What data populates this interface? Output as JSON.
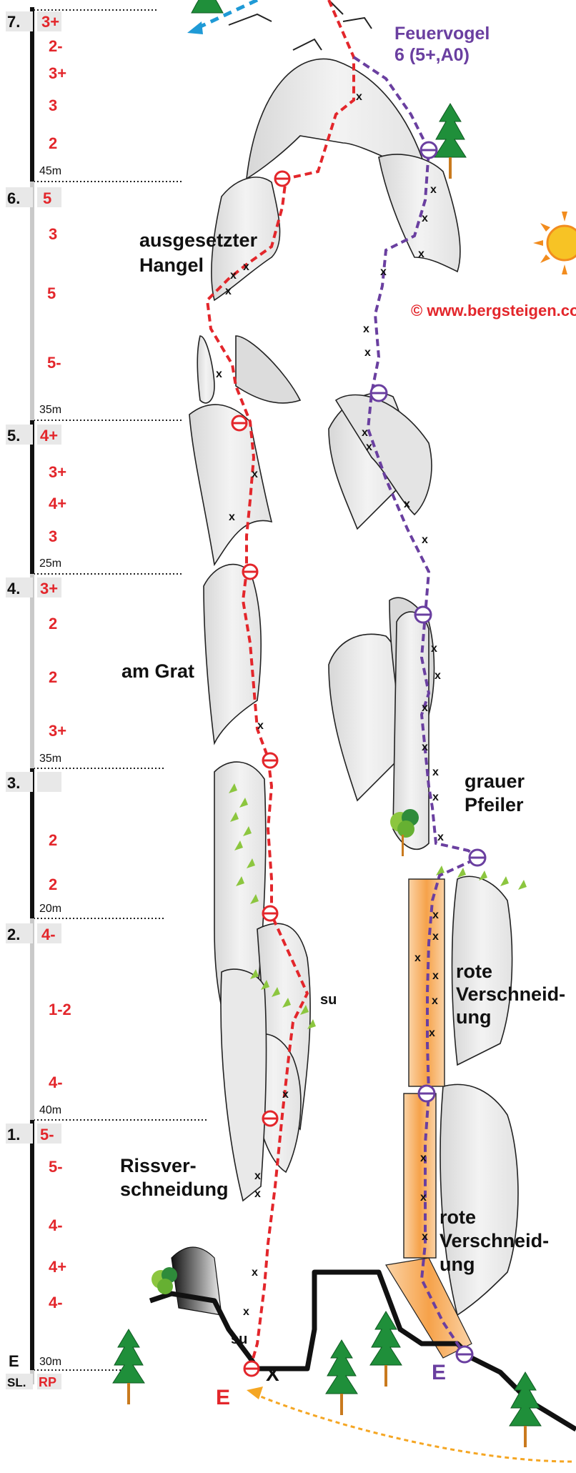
{
  "route_left": {
    "start_label": "E"
  },
  "route_right": {
    "name": "Feuervogel",
    "grade": "6 (5+,A0)",
    "start_label": "E"
  },
  "copyright": "© www.bergsteigen.com",
  "annotations": {
    "hangel": [
      "ausgesetzter",
      "Hangel"
    ],
    "grat": "am Grat",
    "grauer_pfeiler": [
      "grauer",
      "Pfeiler"
    ],
    "rote_verschneidung_upper": [
      "rote",
      "Verschneid-",
      "ung"
    ],
    "rote_verschneidung_lower": [
      "rote",
      "Verschneid-",
      "ung"
    ],
    "rissverschneidung": [
      "Rissver-",
      "schneidung"
    ],
    "su_upper": "su",
    "su_lower": "su",
    "x_start": "X"
  },
  "pitch_scale": [
    {
      "label": "7.",
      "grades": [
        "3+",
        "2-",
        "3+",
        "3",
        "2"
      ],
      "length": "45m"
    },
    {
      "label": "6.",
      "grades": [
        "5",
        "3",
        "5",
        "5-"
      ],
      "length": "35m"
    },
    {
      "label": "5.",
      "grades": [
        "4+",
        "3+",
        "4+",
        "3"
      ],
      "length": "25m"
    },
    {
      "label": "4.",
      "grades": [
        "3+",
        "2",
        "2",
        "3+"
      ],
      "length": "35m"
    },
    {
      "label": "3.",
      "grades": [
        "2",
        "2"
      ],
      "length": "20m"
    },
    {
      "label": "2.",
      "grades": [
        "4-",
        "1-2",
        "4-"
      ],
      "length": "40m"
    },
    {
      "label": "1.",
      "grades": [
        "5-",
        "5-",
        "4-",
        "4+",
        "4-"
      ],
      "length": "30m"
    }
  ],
  "start_row": {
    "e": "E",
    "sl": "SL.",
    "rp": "RP"
  },
  "colors": {
    "left_route": "#e3262b",
    "right_route": "#6a3fa0",
    "grade_red": "#e3262b",
    "scale_bar": "#111111",
    "orange": "#f7a64d",
    "arrow_blue": "#1f9ad6"
  }
}
